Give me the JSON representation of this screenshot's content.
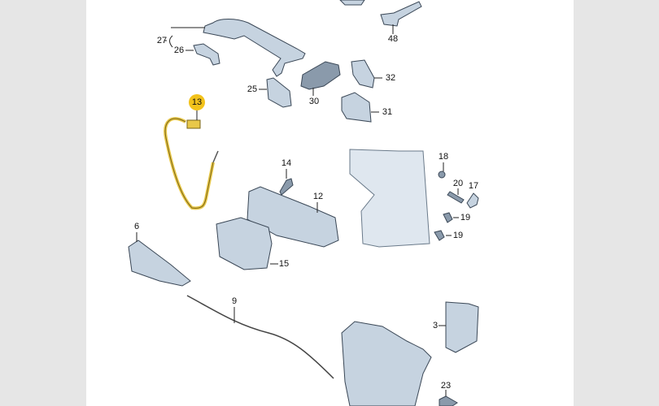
{
  "diagram": {
    "highlighted_part": "13",
    "highlight_color": "#f2c21b",
    "part_fill": "#c6d3e0",
    "labels": {
      "p27": "27",
      "p26": "26",
      "p25": "25",
      "p30": "30",
      "p32": "32",
      "p31": "31",
      "p48": "48",
      "p13": "13",
      "p14": "14",
      "p12": "12",
      "p18": "18",
      "p20": "20",
      "p17": "17",
      "p19a": "19",
      "p19b": "19",
      "p6": "6",
      "p15": "15",
      "p9": "9",
      "p3": "3",
      "p23": "23"
    }
  }
}
